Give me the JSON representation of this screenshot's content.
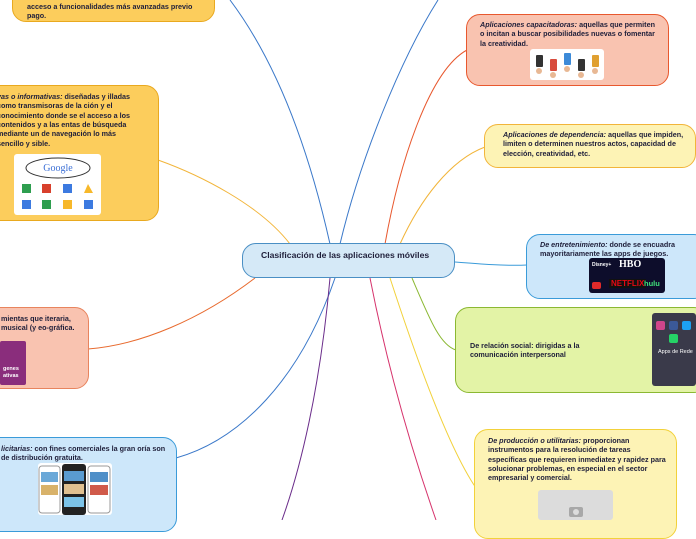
{
  "central": {
    "title": "Clasificación de las aplicaciones móviles"
  },
  "left_nodes": [
    {
      "id": "freemium",
      "body": "acceso a funcionalidades más avanzadas previo pago."
    },
    {
      "id": "informativas",
      "term": "vas o informativas:",
      "body": " diseñadas y illadas como transmisoras de la ción y el conocimiento donde se el acceso a los contenidos y a las entas de búsqueda mediante un de navegación lo más sencillo y sible."
    },
    {
      "id": "herramientas",
      "body": "mientas que iteraria, musical (y eo-gráfica."
    },
    {
      "id": "publicitarias",
      "term": "licitarias:",
      "body": " con fines comerciales la gran oría son de distribución gratuita."
    }
  ],
  "right_nodes": [
    {
      "id": "capacitadoras",
      "term": "Aplicaciones capacitadoras:",
      "body": " aquellas que permiten o incitan a buscar posibilidades nuevas o fomentar la creatividad."
    },
    {
      "id": "dependencia",
      "term": "Aplicaciones de dependencia:",
      "body": " aquellas que impiden, limiten o determinen nuestros actos, capacidad de elección, creatividad, etc."
    },
    {
      "id": "entretenimiento",
      "term": "De entretenimiento:",
      "body": " donde se encuadra mayoritariamente las apps de juegos."
    },
    {
      "id": "relacion",
      "body": "De relación social: dirigidas a la comunicación interpersonal"
    },
    {
      "id": "produccion",
      "term": "De producción o utilitarias:",
      "body": " proporcionan instrumentos para la resolución de tareas específicas que requieren inmediatez y rapidez para solucionar problemas, en especial en el sector empresarial y comercial."
    }
  ],
  "image_labels": {
    "google": "Google",
    "imagenes": "genes",
    "interactivas": "ativas",
    "apps_redes": "Apps de Rede",
    "hbo": "HBO",
    "netflix": "NETFLIX",
    "hulu": "hulu",
    "disney": "Disney+"
  },
  "colors": {
    "central_fill": "#d5e9f7",
    "yellow_fill": "#fccd5c",
    "salmon_fill": "#f9c3b0",
    "light_yellow_fill": "#fdf3b5",
    "light_blue_fill": "#cde7fa",
    "lime_fill": "#e3f3a6"
  }
}
